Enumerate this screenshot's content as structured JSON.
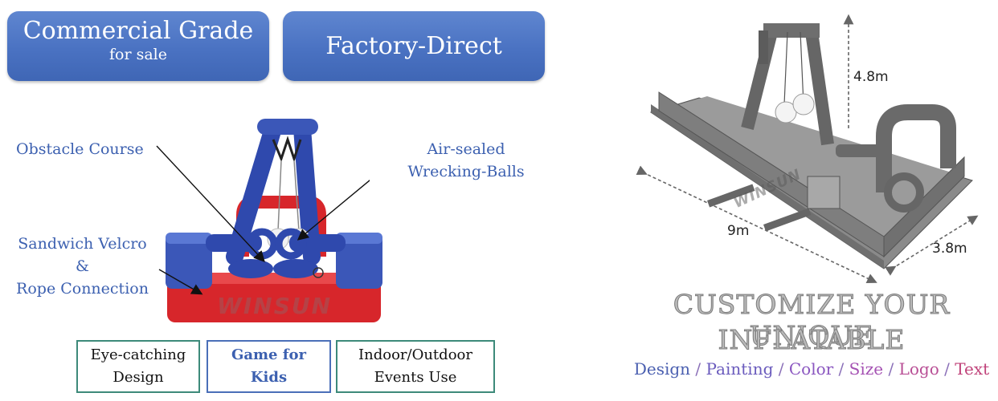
{
  "badges": {
    "commercial": {
      "title": "Commercial Grade",
      "subtitle": "for sale"
    },
    "factory": {
      "title": "Factory-Direct"
    }
  },
  "callouts": {
    "obstacle": "Obstacle Course",
    "wrecking_line1": "Air-sealed",
    "wrecking_line2": "Wrecking-Balls",
    "velcro_line1": "Sandwich Velcro",
    "velcro_line2": "&",
    "velcro_line3": "Rope Connection"
  },
  "features": [
    {
      "line1": "Eye-catching",
      "line2": "Design"
    },
    {
      "line1": "Game for",
      "line2": "Kids"
    },
    {
      "line1": "Indoor/Outdoor",
      "line2": "Events Use"
    }
  ],
  "watermark": "WINSUN",
  "dimensions": {
    "height": "4.8m",
    "length": "9m",
    "width": "3.8m"
  },
  "customize": {
    "line1": "CUSTOMIZE YOUR UNIQUE",
    "line2": "INFLATABLE",
    "options": [
      {
        "label": "Design",
        "color": "#4a5fb0"
      },
      {
        "label": "Painting",
        "color": "#6a5bbd"
      },
      {
        "label": "Color",
        "color": "#8a56c0"
      },
      {
        "label": "Size",
        "color": "#a552b3"
      },
      {
        "label": "Logo",
        "color": "#b84e95"
      },
      {
        "label": "Text",
        "color": "#c0437a"
      }
    ],
    "separator": " / ",
    "separator_color": "#8a6fb8"
  }
}
